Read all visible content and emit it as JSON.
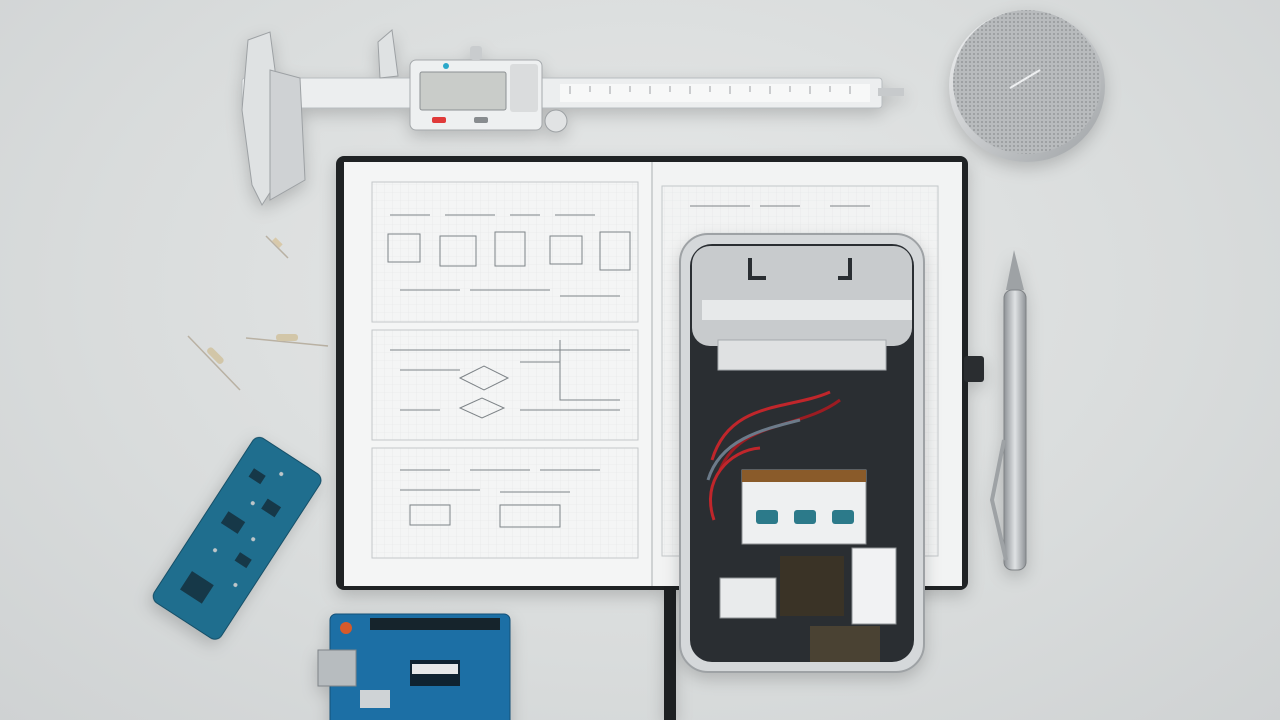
{
  "scene": {
    "background_color": "#dcdfe0",
    "objects": [
      {
        "name": "digital-caliper",
        "color": "#e9ebec"
      },
      {
        "name": "round-speaker",
        "color": "#c9ccce"
      },
      {
        "name": "open-notebook-with-schematics",
        "color": "#f4f5f5"
      },
      {
        "name": "electronic-device-open-casing",
        "color": "#2b2f33"
      },
      {
        "name": "metal-pen",
        "color": "#a9adb0"
      },
      {
        "name": "blue-circuit-board",
        "color": "#1f6e8e"
      },
      {
        "name": "arduino-board",
        "color": "#1c6fa5"
      },
      {
        "name": "resistors",
        "color": "#c9b79a"
      }
    ]
  }
}
